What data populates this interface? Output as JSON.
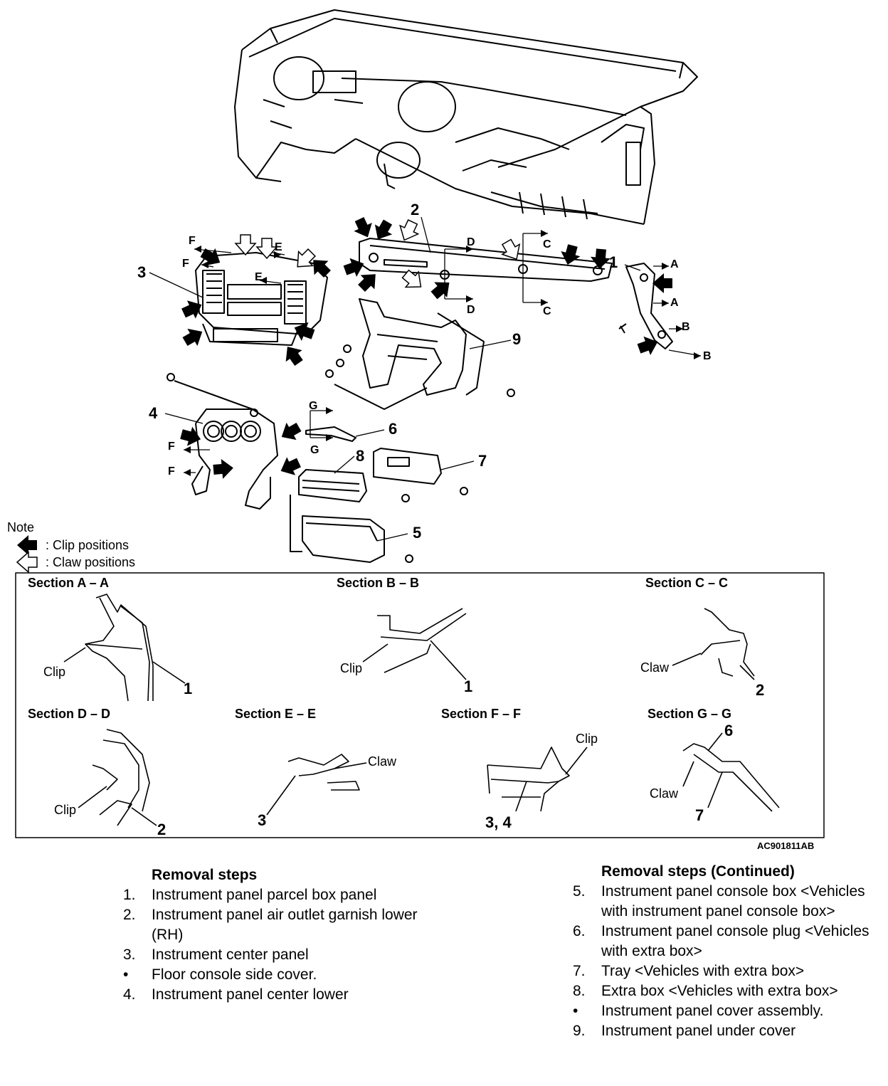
{
  "callouts": {
    "n1": "1",
    "n2": "2",
    "n3": "3",
    "n4": "4",
    "n5": "5",
    "n6": "6",
    "n7": "7",
    "n8": "8",
    "n9": "9"
  },
  "section_marks": {
    "A": "A",
    "B": "B",
    "C": "C",
    "D": "D",
    "E": "E",
    "F": "F",
    "G": "G"
  },
  "note": {
    "title": "Note",
    "clip": ": Clip positions",
    "claw": ": Claw positions"
  },
  "sections": [
    {
      "title": "Section A – A",
      "labels": [
        "Clip",
        "1"
      ]
    },
    {
      "title": "Section B – B",
      "labels": [
        "Clip",
        "1"
      ]
    },
    {
      "title": "Section C – C",
      "labels": [
        "Claw",
        "2"
      ]
    },
    {
      "title": "Section D – D",
      "labels": [
        "Clip",
        "2"
      ]
    },
    {
      "title": "Section E – E",
      "labels": [
        "Claw",
        "3"
      ]
    },
    {
      "title": "Section F – F",
      "labels": [
        "Clip",
        "3, 4"
      ]
    },
    {
      "title": "Section G – G",
      "labels": [
        "6",
        "Claw",
        "7"
      ]
    }
  ],
  "figure_code": "AC901811AB",
  "removal_left": {
    "title": "Removal steps",
    "items": [
      {
        "n": "1.",
        "text": "Instrument panel parcel box panel"
      },
      {
        "n": "2.",
        "text": "Instrument panel air outlet garnish lower (RH)"
      },
      {
        "n": "3.",
        "text": "Instrument center panel"
      },
      {
        "n": "•",
        "text": "Floor console side cover."
      },
      {
        "n": "4.",
        "text": "Instrument panel center lower"
      }
    ]
  },
  "removal_right": {
    "title": "Removal steps (Continued)",
    "items": [
      {
        "n": "5.",
        "text": "Instrument panel console box <Vehicles with instrument panel console box>"
      },
      {
        "n": "6.",
        "text": "Instrument panel console plug <Vehicles with extra box>"
      },
      {
        "n": "7.",
        "text": "Tray <Vehicles with extra box>"
      },
      {
        "n": "8.",
        "text": "Extra box <Vehicles with extra box>"
      },
      {
        "n": "•",
        "text": "Instrument panel cover assembly."
      },
      {
        "n": "9.",
        "text": "Instrument panel under cover"
      }
    ]
  }
}
